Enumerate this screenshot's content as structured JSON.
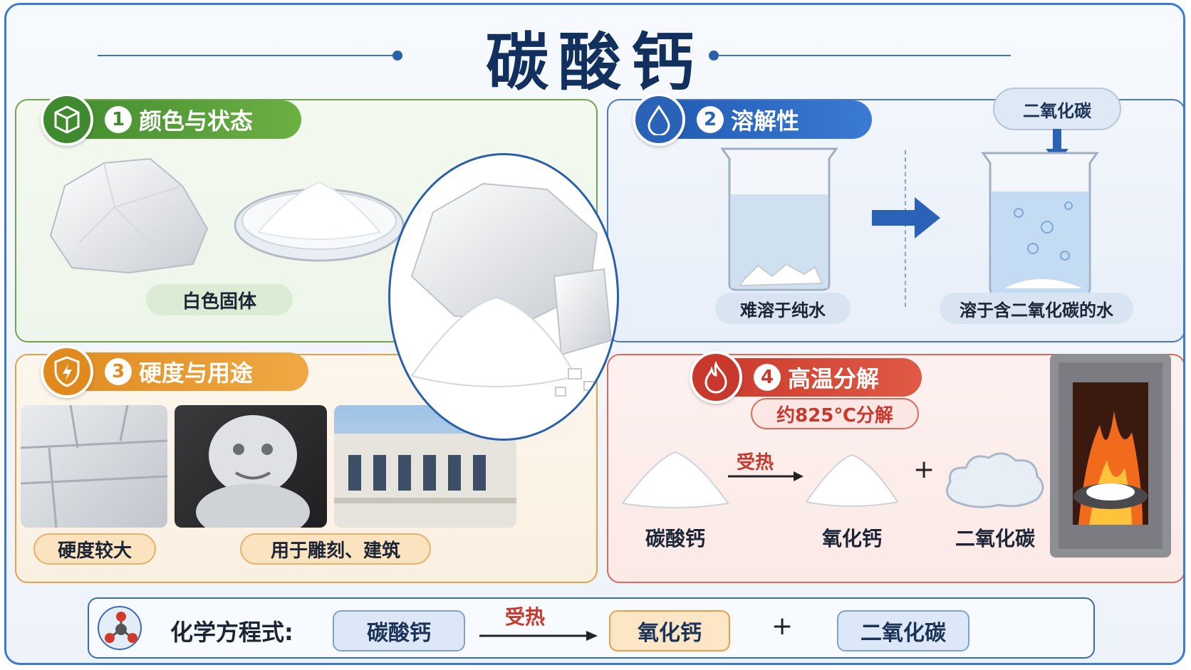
{
  "title": "碳酸钙",
  "sections": {
    "color_state": {
      "num": "1",
      "title": "颜色与状态",
      "label": "白色固体",
      "icon": "cube-icon",
      "color": "#3f8a2e"
    },
    "solubility": {
      "num": "2",
      "title": "溶解性",
      "icon": "water-drop-icon",
      "color": "#2a62b8",
      "cloud_label": "二氧化碳",
      "left_label": "难溶于纯水",
      "right_label": "溶于含二氧化碳的水"
    },
    "hardness_use": {
      "num": "3",
      "title": "硬度与用途",
      "icon": "shield-icon",
      "color": "#e08a1e",
      "label_hardness": "硬度较大",
      "label_use": "用于雕刻、建筑"
    },
    "decomposition": {
      "num": "4",
      "title": "高温分解",
      "icon": "flame-icon",
      "color": "#c9382c",
      "temp_label": "约825℃分解",
      "arrow_label": "受热",
      "reactant": "碳酸钙",
      "product1": "氧化钙",
      "plus": "+",
      "product2": "二氧化碳"
    }
  },
  "equation": {
    "icon": "molecule-icon",
    "label": "化学方程式:",
    "reactant": "碳酸钙",
    "condition": "受热",
    "product1": "氧化钙",
    "plus": "+",
    "product2": "二氧化碳"
  }
}
